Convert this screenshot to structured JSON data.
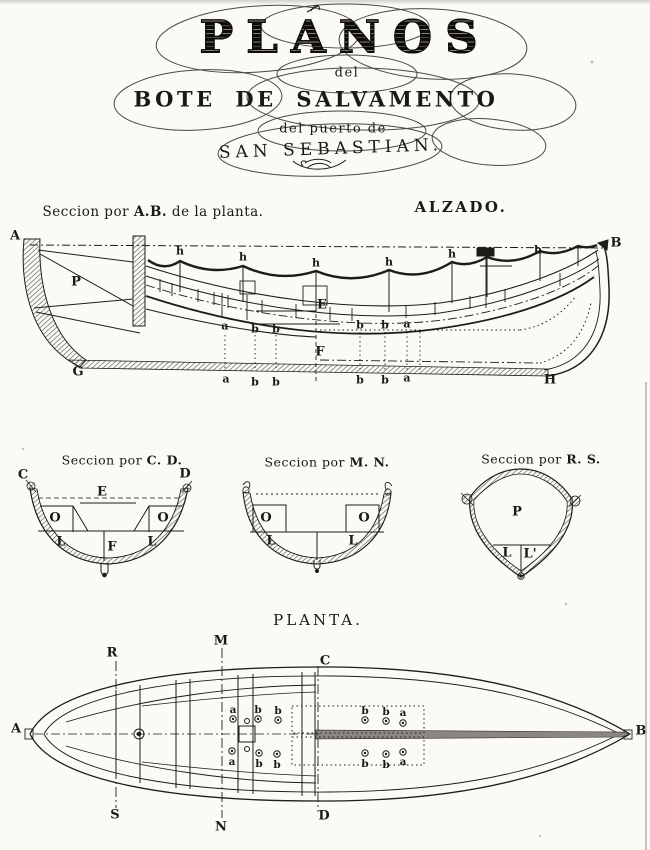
{
  "title": {
    "word1": "PLANOS",
    "word2": "del",
    "word3": "BOTE DE SALVAMENTO",
    "word4": "del puerto de",
    "word5": "SAN SEBASTIAN."
  },
  "captions": {
    "elevation_pre": "Seccion por",
    "elevation_ref": "A.B.",
    "elevation_post": "de la planta.",
    "alzado": "ALZADO.",
    "section_pre": "Seccion por",
    "cd_ref": "C. D.",
    "mn_ref": "M. N.",
    "rs_ref": "R. S.",
    "planta": "PLANTA."
  },
  "marks": {
    "A": "A",
    "B": "B",
    "C": "C",
    "D": "D",
    "E": "E",
    "F": "F",
    "G": "G",
    "H": "H",
    "M": "M",
    "N": "N",
    "P": "P",
    "R": "R",
    "S": "S",
    "O": "O",
    "L": "L",
    "L_prime": "L'",
    "a": "a",
    "b": "b",
    "h": "h"
  },
  "colors": {
    "ink": "#1d1c18",
    "paper": "#fbfaf6",
    "keel_shade": "#8b8780"
  }
}
